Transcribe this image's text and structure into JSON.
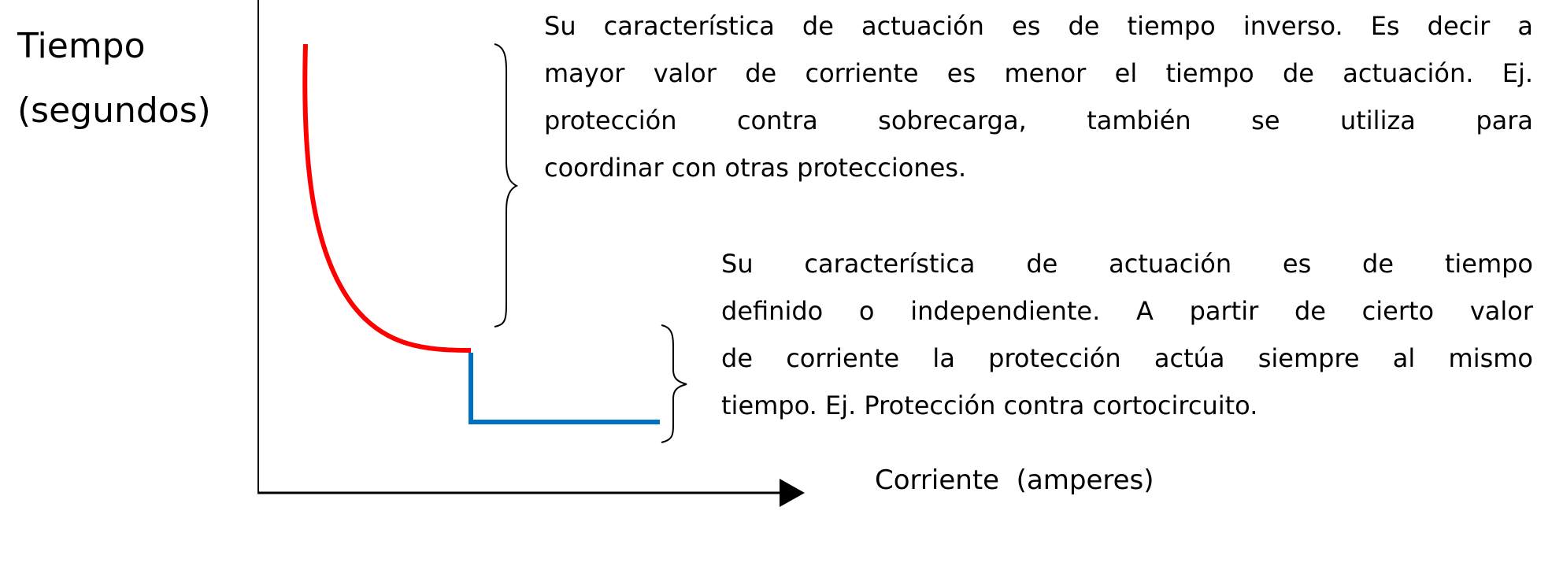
{
  "axes": {
    "y_label": [
      "Tiempo",
      "(segundos)"
    ],
    "x_label": "Corriente  (amperes)"
  },
  "curves": {
    "inverse_time_color": "#ff0000",
    "definite_time_color": "#0070c0",
    "axis_color": "#000000"
  },
  "annotations": [
    {
      "lines": [
        "Su característica de actuación es de tiempo inverso. Es decir a",
        "mayor valor de corriente es menor el tiempo de actuación. Ej.",
        "protección contra sobrecarga, también se utiliza para",
        "coordinar con otras protecciones."
      ]
    },
    {
      "lines": [
        "Su característica de actuación es de tiempo",
        "definido o independiente. A partir de cierto valor",
        "de corriente la protección actúa siempre al mismo",
        "tiempo. Ej. Protección contra cortocircuito."
      ]
    }
  ]
}
